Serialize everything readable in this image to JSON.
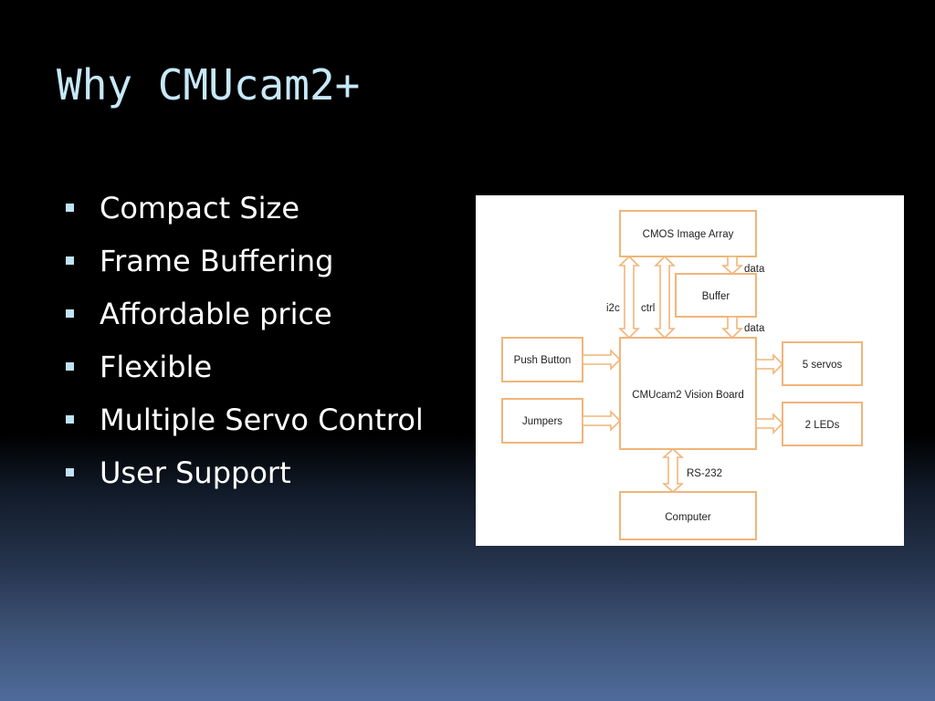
{
  "slide": {
    "title": "Why CMUcam2+",
    "bullets": [
      "Compact  Size",
      "Frame Buffering",
      "Affordable price",
      "Flexible",
      "Multiple Servo Control",
      "User Support"
    ]
  },
  "diagram": {
    "boxes": {
      "cmos": "CMOS Image Array",
      "buffer": "Buffer",
      "push_button": "Push Button",
      "jumpers": "Jumpers",
      "vision_board": "CMUcam2 Vision Board",
      "servos": "5 servos",
      "leds": "2 LEDs",
      "computer": "Computer"
    },
    "labels": {
      "i2c": "i2c",
      "ctrl": "ctrl",
      "data_top": "data",
      "data_bottom": "data",
      "rs232": "RS-232"
    }
  },
  "colors": {
    "title": "#c7e8f7",
    "bullet_marker": "#bfe3f5",
    "box_border": "#f0b57a",
    "background_bottom": "#4f6b9b"
  }
}
